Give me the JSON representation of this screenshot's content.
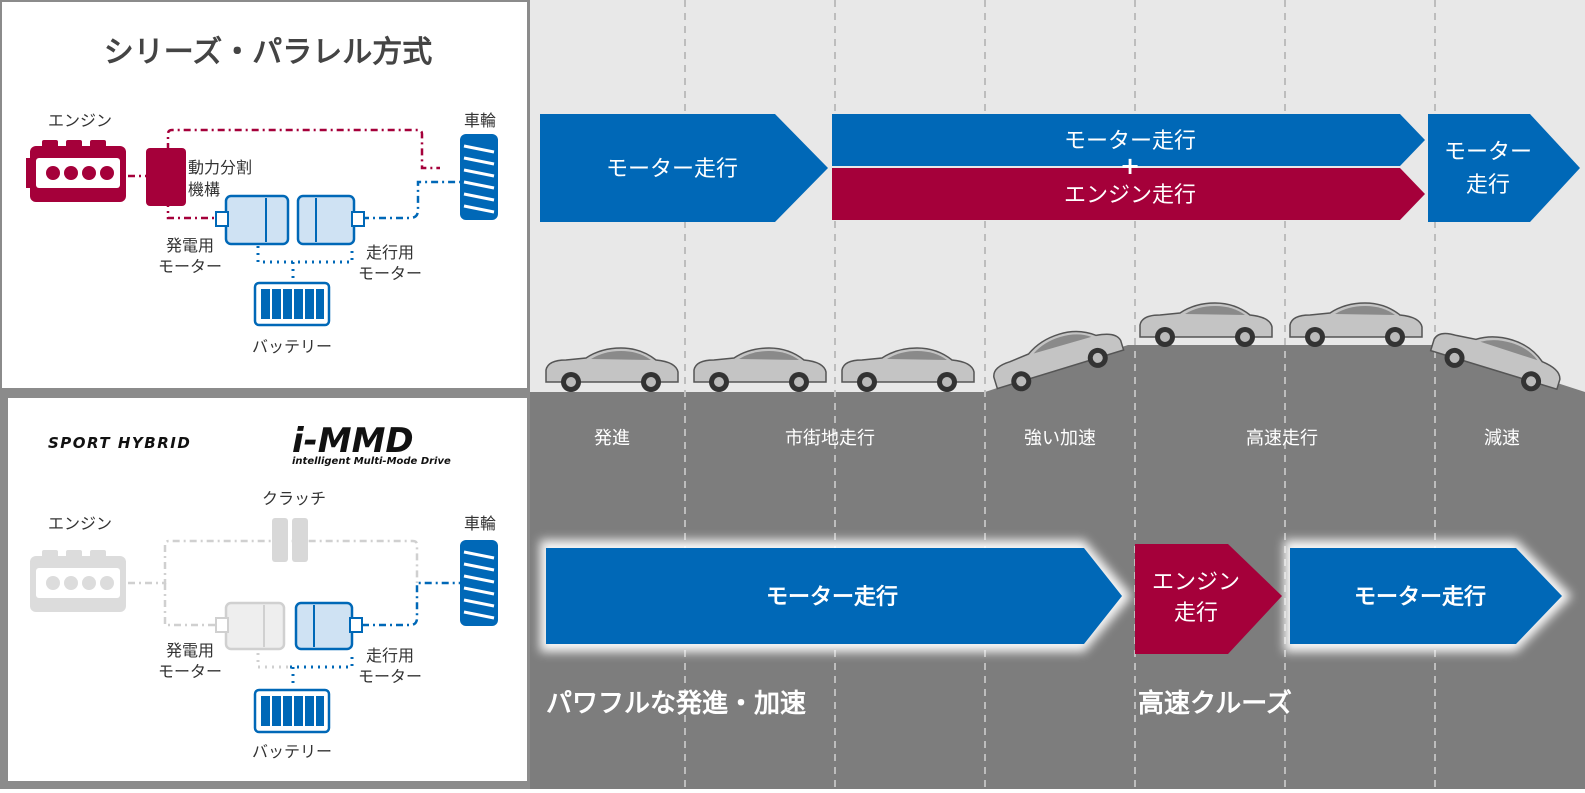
{
  "colors": {
    "motor_blue": "#0068b7",
    "engine_red": "#a5003a",
    "upper_bg": "#e8e8e8",
    "road_gray": "#7d7d7d",
    "frame_gray": "#8b8b8b"
  },
  "top_panel": {
    "title": "シリーズ・パラレル方式",
    "labels": {
      "engine": "エンジン",
      "power_split_1": "動力分割",
      "power_split_2": "機構",
      "wheel": "車輪",
      "generator_1": "発電用",
      "generator_2": "モーター",
      "drive_motor_1": "走行用",
      "drive_motor_2": "モーター",
      "battery": "バッテリー"
    }
  },
  "bottom_panel": {
    "logo_prefix": "SPORT HYBRID",
    "logo_main": "i-MMD",
    "logo_sub": "intelligent Multi-Mode Drive",
    "labels": {
      "engine": "エンジン",
      "clutch": "クラッチ",
      "wheel": "車輪",
      "generator_1": "発電用",
      "generator_2": "モーター",
      "drive_motor_1": "走行用",
      "drive_motor_2": "モーター",
      "battery": "バッテリー"
    }
  },
  "scenes": [
    "発進",
    "市街地走行",
    "強い加速",
    "高速走行",
    "減速"
  ],
  "top_arrows": {
    "motor_1": "モーター走行",
    "combo_top": "モーター走行",
    "plus": "+",
    "combo_bottom": "エンジン走行",
    "motor_3_line1": "モーター",
    "motor_3_line2": "走行"
  },
  "bottom_arrows": {
    "motor_1": "モーター走行",
    "engine_line1": "エンジン",
    "engine_line2": "走行",
    "motor_2": "モーター走行"
  },
  "captions": {
    "left": "パワフルな発進・加速",
    "right": "高速クルーズ"
  }
}
